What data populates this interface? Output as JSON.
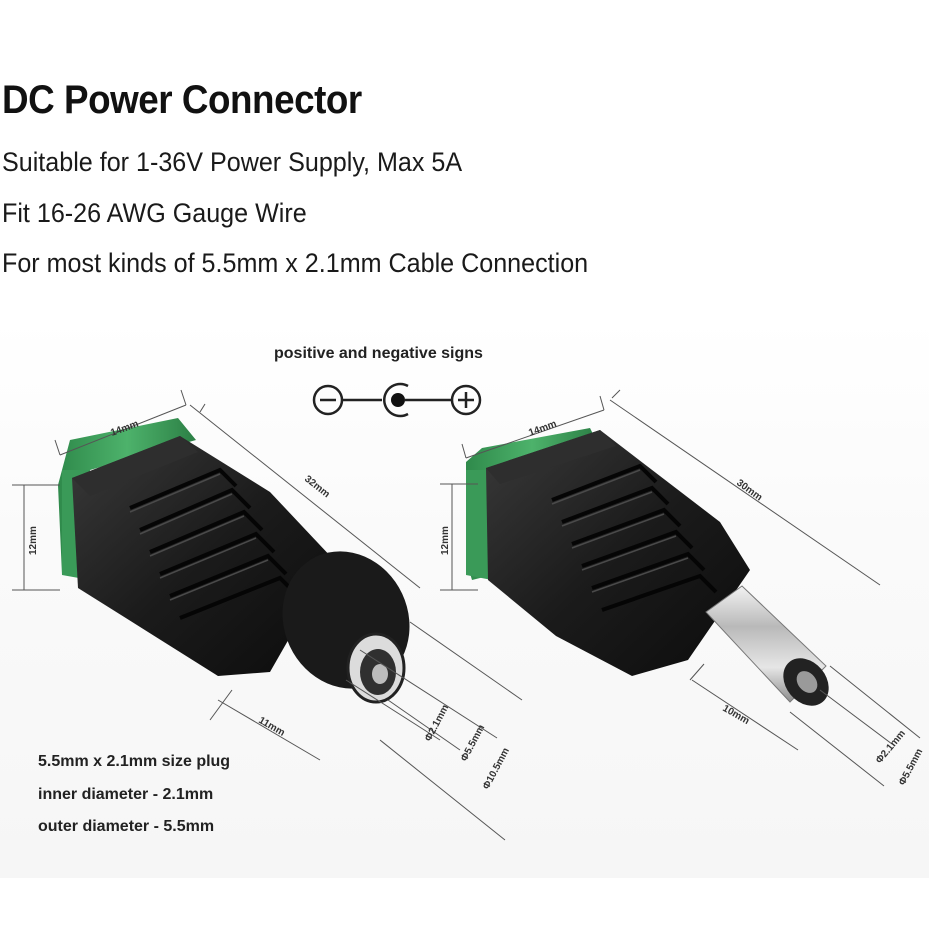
{
  "header": {
    "title": "DC Power Connector",
    "spec_lines": [
      "Suitable for 1-36V Power Supply, Max 5A",
      "Fit 16-26 AWG Gauge Wire",
      "For most kinds of 5.5mm x 2.1mm Cable Connection"
    ]
  },
  "polarity": {
    "label": "positive and negative signs",
    "icons": [
      "minus-icon",
      "center-positive-icon",
      "plus-icon"
    ]
  },
  "female_connector": {
    "dims": {
      "width": "14mm",
      "height": "12mm",
      "length": "32mm",
      "barrel": "11mm",
      "inner": "Φ2.1mm",
      "outer": "Φ5.5mm",
      "body": "Φ10.5mm"
    }
  },
  "male_connector": {
    "dims": {
      "width": "14mm",
      "height": "12mm",
      "length": "30mm",
      "pin": "10mm",
      "inner": "Φ2.1mm",
      "outer": "Φ5.5mm"
    }
  },
  "notes": [
    "5.5mm x 2.1mm size plug",
    "inner diameter - 2.1mm",
    "outer diameter - 5.5mm"
  ],
  "colors": {
    "terminal_green": "#3a9a58",
    "body_black": "#1c1c1c",
    "metal": "#c9c9c9"
  }
}
